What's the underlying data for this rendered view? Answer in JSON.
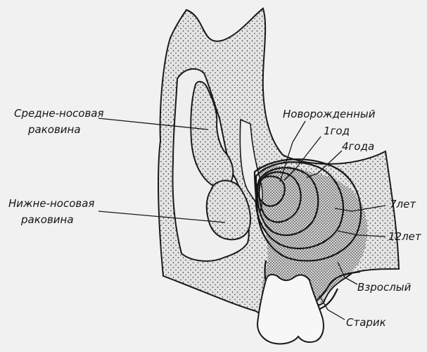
{
  "labels": {
    "middle_turbinate": [
      "Средне-носовая",
      "раковина"
    ],
    "inferior_turbinate": [
      "Нижне-носовая",
      "раковина"
    ],
    "newborn": "Новорожденный",
    "age_1": "1год",
    "age_4": "4года",
    "age_7": "7лет",
    "age_12": "12лет",
    "adult": "Взрослый",
    "old_man": "Старик"
  },
  "colors": {
    "background": "#f1f1f1",
    "bone": "#e4e4e4",
    "sinus_fill": "#d6d6d6",
    "ink": "#1a1a1a"
  }
}
